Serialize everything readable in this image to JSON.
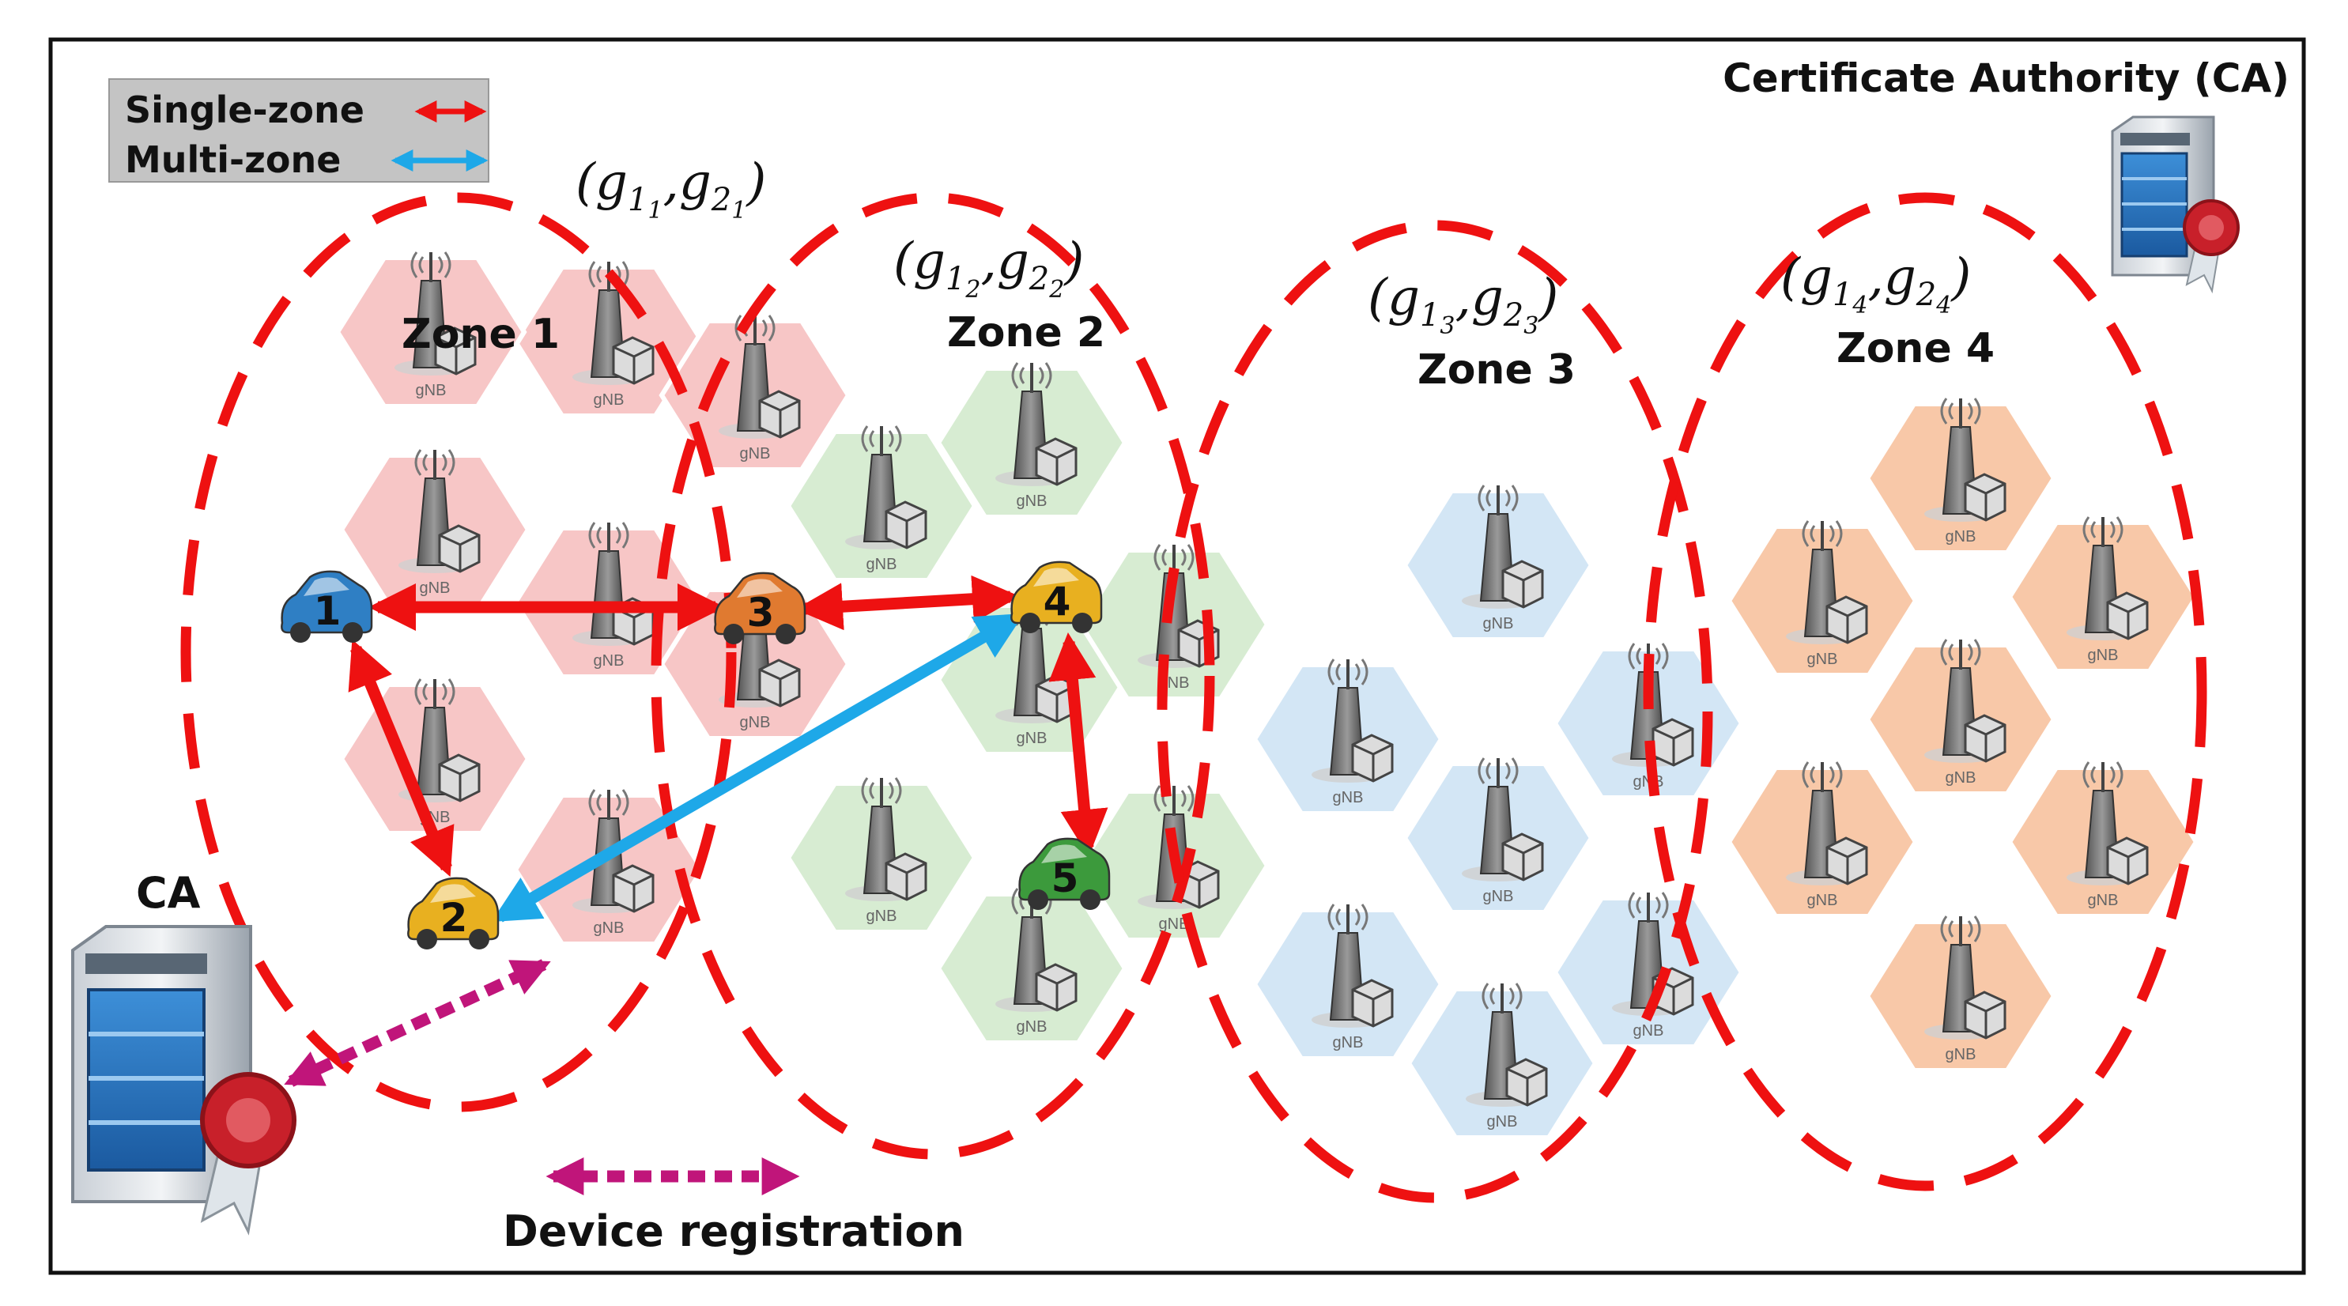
{
  "legend": {
    "single_zone": "Single-zone",
    "multi_zone": "Multi-zone",
    "device_registration": "Device registration"
  },
  "ca_top_label": "Certificate Authority (CA)",
  "ca_bottom_label": "CA",
  "gnb_text": "gNB",
  "zones": [
    {
      "name": "Zone 1",
      "g1": "g",
      "s1": "1",
      "t1": "1",
      "s2": "2",
      "t2": "1"
    },
    {
      "name": "Zone 2",
      "g1": "g",
      "s1": "1",
      "t1": "2",
      "s2": "2",
      "t2": "2"
    },
    {
      "name": "Zone 3",
      "g1": "g",
      "s1": "1",
      "t1": "3",
      "s2": "2",
      "t2": "3"
    },
    {
      "name": "Zone 4",
      "g1": "g",
      "s1": "1",
      "t1": "4",
      "s2": "2",
      "t2": "4"
    }
  ],
  "vehicles": [
    {
      "num": "1",
      "color": "#2f7fc4"
    },
    {
      "num": "2",
      "color": "#e8b020"
    },
    {
      "num": "3",
      "color": "#e07a30"
    },
    {
      "num": "4",
      "color": "#e8b020"
    },
    {
      "num": "5",
      "color": "#3c9a3c"
    }
  ],
  "colors": {
    "zone_border": "#ee1111",
    "single_zone_arrow": "#ee1111",
    "multi_zone_arrow": "#1ea8e8",
    "registration_arrow": "#c0157a",
    "zone1_cells": "#f7c6c6",
    "zone2_cells": "#d7ecd2",
    "zone3_cells": "#d3e6f5",
    "zone4_cells": "#f8c8a8"
  }
}
